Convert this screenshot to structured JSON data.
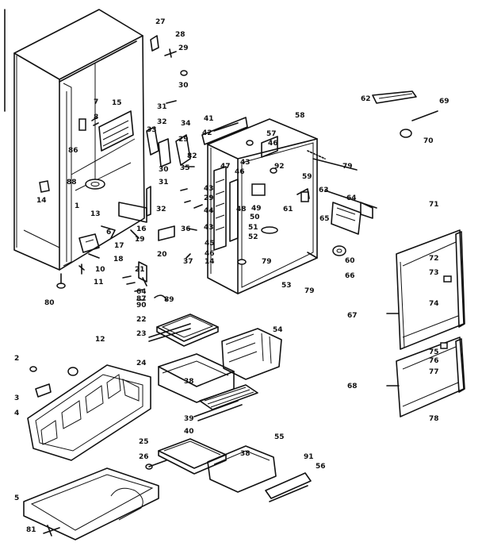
{
  "parts": [
    {
      "id": "p1",
      "text": "1"
    },
    {
      "id": "p2",
      "text": "2"
    },
    {
      "id": "p3",
      "text": "3"
    },
    {
      "id": "p4",
      "text": "4"
    },
    {
      "id": "p5",
      "text": "5"
    },
    {
      "id": "p6",
      "text": "6"
    },
    {
      "id": "p7",
      "text": "7"
    },
    {
      "id": "p8",
      "text": "8"
    },
    {
      "id": "p10",
      "text": "10"
    },
    {
      "id": "p11",
      "text": "11"
    },
    {
      "id": "p12",
      "text": "12"
    },
    {
      "id": "p13",
      "text": "13"
    },
    {
      "id": "p14",
      "text": "14"
    },
    {
      "id": "p14b",
      "text": "14"
    },
    {
      "id": "p15",
      "text": "15"
    },
    {
      "id": "p16",
      "text": "16"
    },
    {
      "id": "p17",
      "text": "17"
    },
    {
      "id": "p18",
      "text": "18"
    },
    {
      "id": "p19",
      "text": "19"
    },
    {
      "id": "p20",
      "text": "20"
    },
    {
      "id": "p21",
      "text": "21"
    },
    {
      "id": "p22",
      "text": "22"
    },
    {
      "id": "p23",
      "text": "23"
    },
    {
      "id": "p24",
      "text": "24"
    },
    {
      "id": "p25",
      "text": "25"
    },
    {
      "id": "p26",
      "text": "26"
    },
    {
      "id": "p27",
      "text": "27"
    },
    {
      "id": "p28",
      "text": "28"
    },
    {
      "id": "p29",
      "text": "29"
    },
    {
      "id": "p29b",
      "text": "29"
    },
    {
      "id": "p29c",
      "text": "29"
    },
    {
      "id": "p30",
      "text": "30"
    },
    {
      "id": "p30b",
      "text": "30"
    },
    {
      "id": "p31",
      "text": "31"
    },
    {
      "id": "p31b",
      "text": "31"
    },
    {
      "id": "p32",
      "text": "32"
    },
    {
      "id": "p32b",
      "text": "32"
    },
    {
      "id": "p33",
      "text": "33"
    },
    {
      "id": "p34",
      "text": "34"
    },
    {
      "id": "p35",
      "text": "35"
    },
    {
      "id": "p36",
      "text": "36"
    },
    {
      "id": "p37",
      "text": "37"
    },
    {
      "id": "p38",
      "text": "38"
    },
    {
      "id": "p38b",
      "text": "38"
    },
    {
      "id": "p39",
      "text": "39"
    },
    {
      "id": "p40",
      "text": "40"
    },
    {
      "id": "p41",
      "text": "41"
    },
    {
      "id": "p42",
      "text": "42"
    },
    {
      "id": "p43",
      "text": "43"
    },
    {
      "id": "p43b",
      "text": "43"
    },
    {
      "id": "p43c",
      "text": "43"
    },
    {
      "id": "p44",
      "text": "44"
    },
    {
      "id": "p45",
      "text": "45"
    },
    {
      "id": "p46",
      "text": "46"
    },
    {
      "id": "p46b",
      "text": "46"
    },
    {
      "id": "p46c",
      "text": "46"
    },
    {
      "id": "p47",
      "text": "47"
    },
    {
      "id": "p48",
      "text": "48"
    },
    {
      "id": "p49",
      "text": "49"
    },
    {
      "id": "p50",
      "text": "50"
    },
    {
      "id": "p51",
      "text": "51"
    },
    {
      "id": "p52",
      "text": "52"
    },
    {
      "id": "p53",
      "text": "53"
    },
    {
      "id": "p54",
      "text": "54"
    },
    {
      "id": "p55",
      "text": "55"
    },
    {
      "id": "p56",
      "text": "56"
    },
    {
      "id": "p57",
      "text": "57"
    },
    {
      "id": "p58",
      "text": "58"
    },
    {
      "id": "p59",
      "text": "59"
    },
    {
      "id": "p60",
      "text": "60"
    },
    {
      "id": "p61",
      "text": "61"
    },
    {
      "id": "p62",
      "text": "62"
    },
    {
      "id": "p63",
      "text": "63"
    },
    {
      "id": "p64",
      "text": "64"
    },
    {
      "id": "p64b",
      "text": "64"
    },
    {
      "id": "p65",
      "text": "65"
    },
    {
      "id": "p66",
      "text": "66"
    },
    {
      "id": "p67",
      "text": "67"
    },
    {
      "id": "p68",
      "text": "68"
    },
    {
      "id": "p69",
      "text": "69"
    },
    {
      "id": "p70",
      "text": "70"
    },
    {
      "id": "p71",
      "text": "71"
    },
    {
      "id": "p72",
      "text": "72"
    },
    {
      "id": "p73",
      "text": "73"
    },
    {
      "id": "p74",
      "text": "74"
    },
    {
      "id": "p75",
      "text": "75"
    },
    {
      "id": "p76",
      "text": "76"
    },
    {
      "id": "p77",
      "text": "77"
    },
    {
      "id": "p78",
      "text": "78"
    },
    {
      "id": "p79",
      "text": "79"
    },
    {
      "id": "p79b",
      "text": "79"
    },
    {
      "id": "p79c",
      "text": "79"
    },
    {
      "id": "p80",
      "text": "80"
    },
    {
      "id": "p81",
      "text": "81"
    },
    {
      "id": "p82",
      "text": "82"
    },
    {
      "id": "p86",
      "text": "86"
    },
    {
      "id": "p87",
      "text": "87"
    },
    {
      "id": "p88",
      "text": "88"
    },
    {
      "id": "p89",
      "text": "89"
    },
    {
      "id": "p90",
      "text": "90"
    },
    {
      "id": "p91",
      "text": "91"
    },
    {
      "id": "p92",
      "text": "92"
    }
  ]
}
